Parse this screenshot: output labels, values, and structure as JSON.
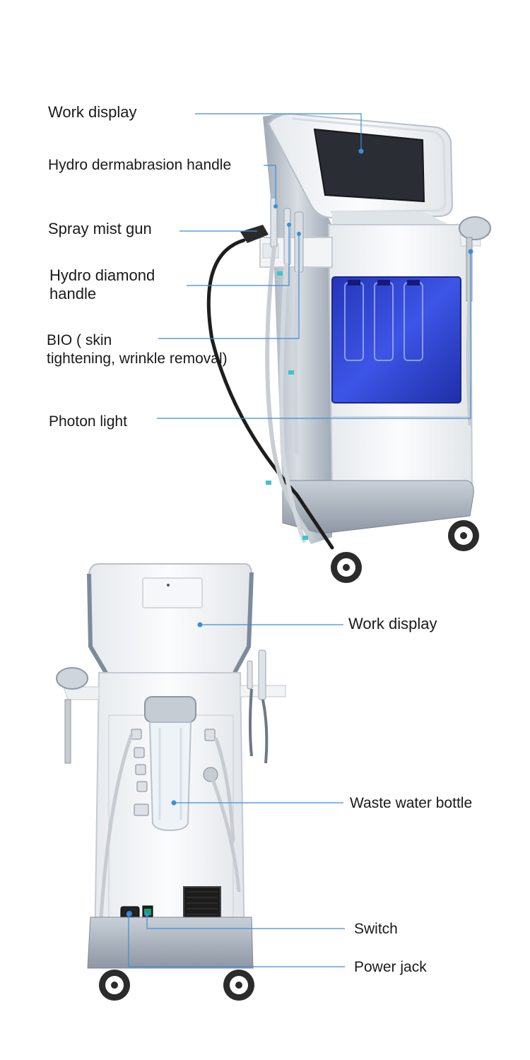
{
  "front_view": {
    "labels": {
      "work_display": "Work display",
      "hydro_dermabrasion_handle": "Hydro dermabrasion handle",
      "spray_mist_gun": "Spray mist gun",
      "hydro_diamond_handle": "Hydro diamond\nhandle",
      "bio": "BIO ( skin\ntightening, wrinkle removal)",
      "photon_light": "Photon light"
    }
  },
  "back_view": {
    "labels": {
      "work_display": "Work display",
      "waste_water_bottle": "Waste water bottle",
      "switch": "Switch",
      "power_jack": "Power jack"
    }
  },
  "colors": {
    "leader_line": "#3b8ed8",
    "machine_body": "#f4f6f8",
    "machine_trim": "#aab4c0",
    "water_panel": "#2a3fd0",
    "wheel": "#2b2b2b"
  }
}
